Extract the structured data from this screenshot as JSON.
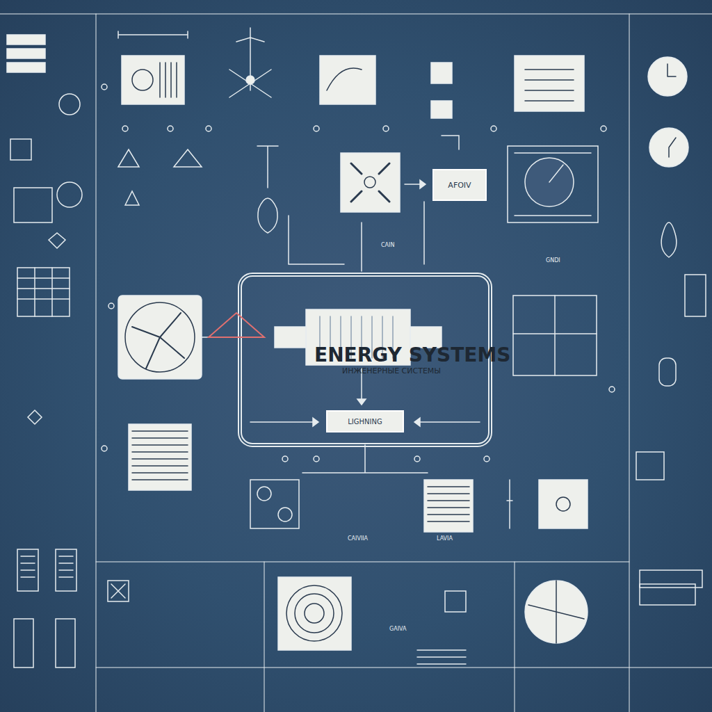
{
  "diagram": {
    "nodes": [
      {
        "text": [
          "AFOIV"
        ]
      },
      {
        "text": [
          "LIGHNING"
        ]
      }
    ],
    "labels": [
      "ENERGY SYSTEMS",
      "ИНЖЕНЕРНЫЕ СИСТЕМЫ",
      "CAIN",
      "GNDI",
      "LAVIA",
      "CAIVIIA",
      "GAIVA"
    ]
  }
}
